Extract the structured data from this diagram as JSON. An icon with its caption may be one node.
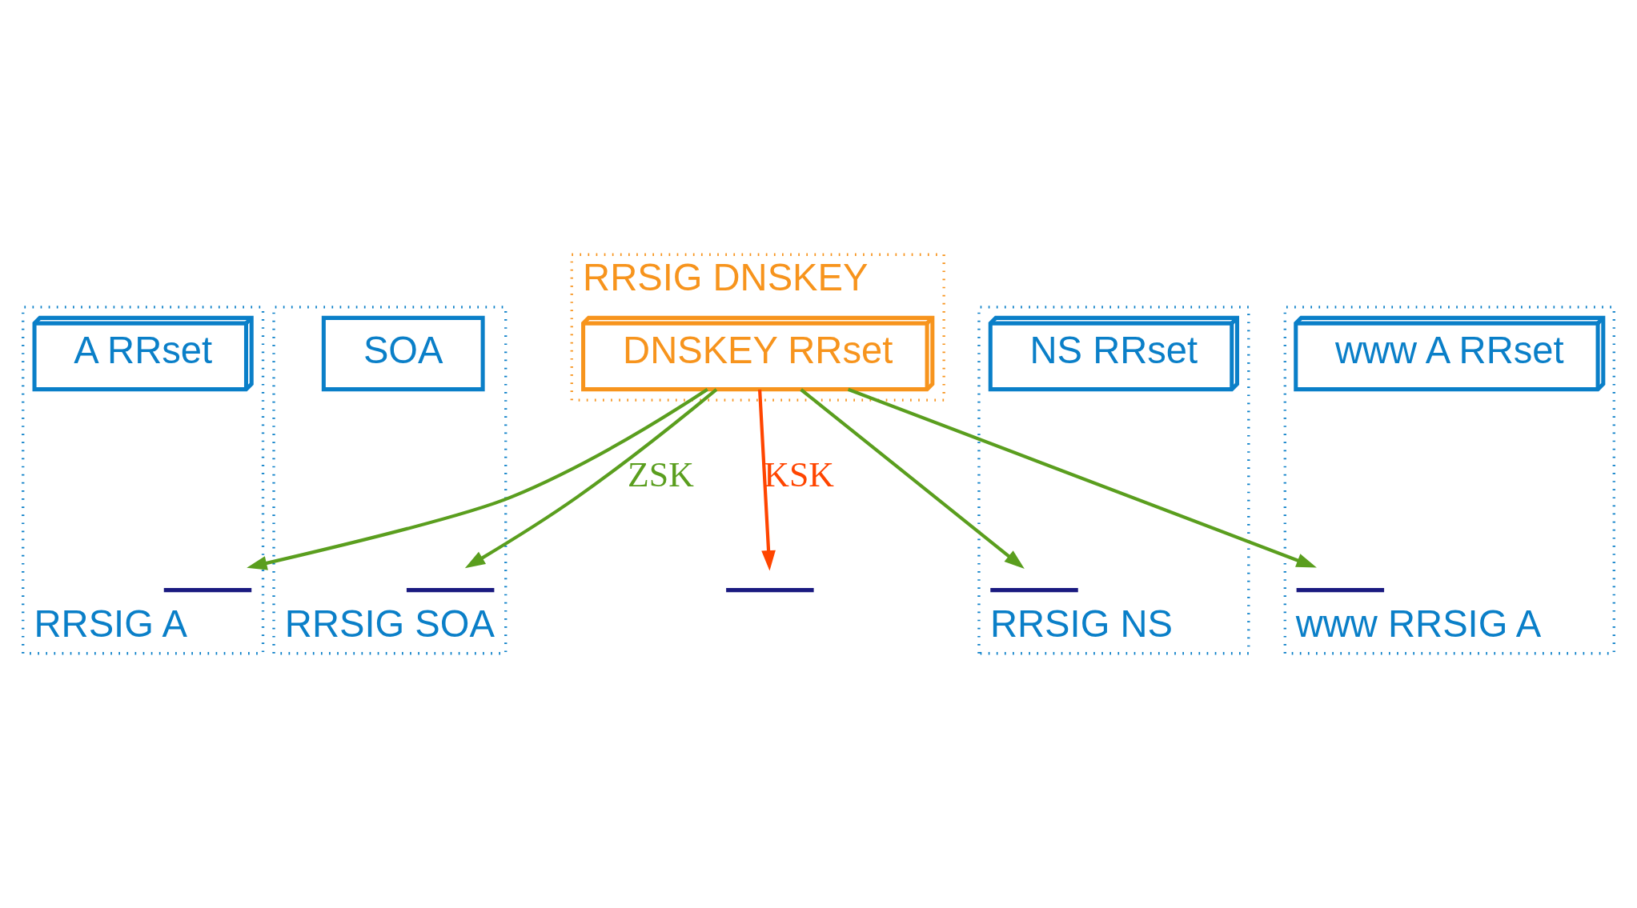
{
  "diagram": {
    "nodes": [
      {
        "text": [
          "RRSIG DNSKEY"
        ]
      },
      {
        "text": [
          "DNSKEY RRset"
        ],
        "in": 0
      },
      {
        "text": [],
        "shape": "signature"
      },
      {
        "text": [
          "RRSIG A"
        ]
      },
      {
        "text": [
          "A RRset"
        ],
        "in": 3
      },
      {
        "text": [],
        "shape": "signature",
        "in": 3
      },
      {
        "text": [
          "RRSIG SOA"
        ]
      },
      {
        "text": [
          "SOA"
        ],
        "in": 6
      },
      {
        "text": [],
        "shape": "signature",
        "in": 6
      },
      {
        "text": [
          "RRSIG NS"
        ]
      },
      {
        "text": [
          "NS RRset"
        ],
        "in": 9
      },
      {
        "text": [],
        "shape": "signature",
        "in": 9
      },
      {
        "text": [
          "www RRSIG A"
        ]
      },
      {
        "text": [
          "www A RRset"
        ],
        "in": 12
      },
      {
        "text": [],
        "shape": "signature",
        "in": 12
      }
    ],
    "edges": [
      {
        "from": 1,
        "to": 2,
        "arrow": "to",
        "label": "KSK",
        "color": "#ff4500"
      },
      {
        "from": 1,
        "to": 5,
        "arrow": "to"
      },
      {
        "from": 1,
        "to": 8,
        "arrow": "to",
        "label": "ZSK"
      },
      {
        "from": 1,
        "to": 11,
        "arrow": "to"
      },
      {
        "from": 1,
        "to": 14,
        "arrow": "to"
      }
    ]
  }
}
